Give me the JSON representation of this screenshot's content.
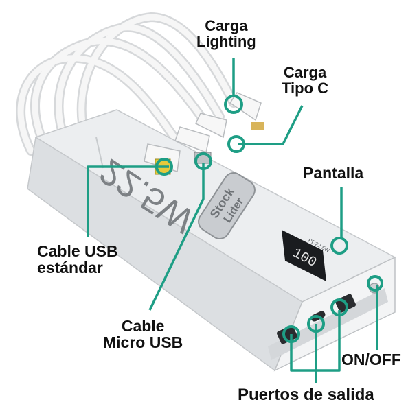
{
  "labels": {
    "lighting": [
      "Carga",
      "Lighting"
    ],
    "tipo_c": [
      "Carga",
      "Tipo C"
    ],
    "pantalla": "Pantalla",
    "usb": [
      "Cable USB",
      "estándar"
    ],
    "micro": [
      "Cable",
      "Micro USB"
    ],
    "onoff": "ON/OFF",
    "puertos": "Puertos de salida"
  },
  "product": {
    "capacity_text": "22.5W",
    "brand_line1": "Stock",
    "brand_line2": "Lider",
    "display_text": "PD22.5W",
    "display_digits": "100"
  },
  "colors": {
    "callout": "#1e9e85",
    "body": "#e9ebed",
    "body_shadow": "#c9cccf",
    "cable": "#f4f4f4",
    "label_text": "#111111"
  }
}
